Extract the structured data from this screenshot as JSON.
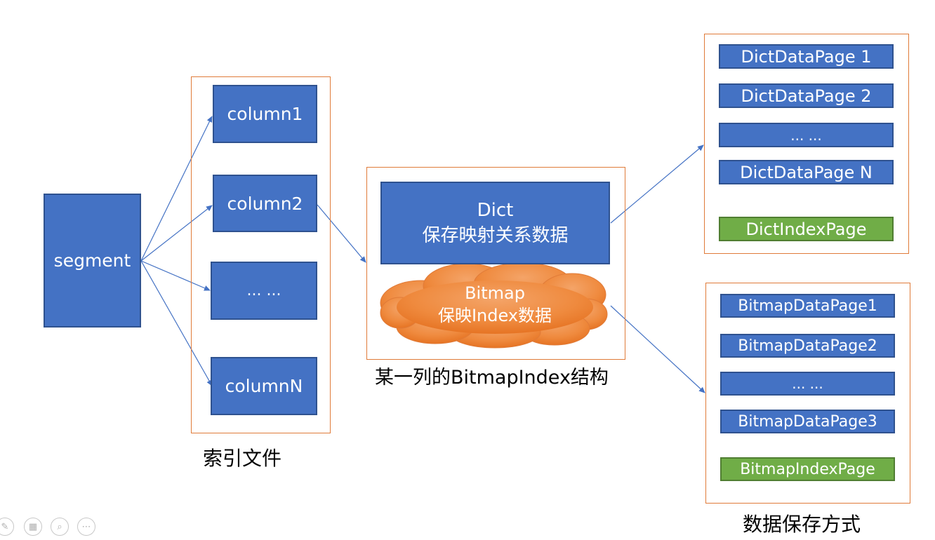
{
  "segment": {
    "label": "segment"
  },
  "index_file": {
    "caption": "索引文件",
    "columns": [
      "column1",
      "column2",
      "... ...",
      "columnN"
    ]
  },
  "bitmap_index": {
    "caption": "某一列的BitmapIndex结构",
    "dict": {
      "line1": "Dict",
      "line2": "保存映射关系数据"
    },
    "bitmap": {
      "line1": "Bitmap",
      "line2": "保映Index数据"
    }
  },
  "dict_pages": {
    "pages": [
      "DictDataPage 1",
      "DictDataPage 2",
      "... ...",
      "DictDataPage N"
    ],
    "index_page": "DictIndexPage"
  },
  "bitmap_pages": {
    "pages": [
      "BitmapDataPage1",
      "BitmapDataPage2",
      "... ...",
      "BitmapDataPage3"
    ],
    "index_page": "BitmapIndexPage",
    "caption": "数据保存方式"
  },
  "colors": {
    "box_fill": "#4472c4",
    "box_border": "#2f528f",
    "frame": "#e07b39",
    "arrow": "#4472c4",
    "index_page": "#70ad47",
    "cloud": "#ed7d31"
  },
  "toolbar": [
    "pen-icon",
    "slides-icon",
    "zoom-icon",
    "more-icon"
  ]
}
